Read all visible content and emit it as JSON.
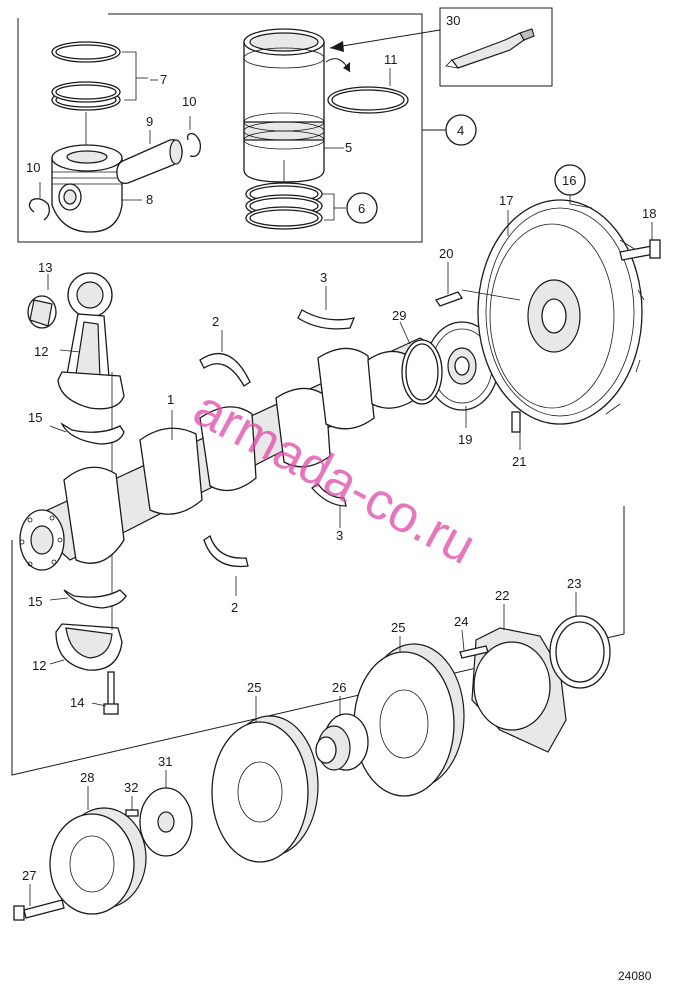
{
  "diagram": {
    "reference_number": "24080",
    "watermark": "armada-co.ru",
    "callouts": {
      "c1": "1",
      "c2a": "2",
      "c2b": "2",
      "c3a": "3",
      "c3b": "3",
      "c4": "4",
      "c5": "5",
      "c6": "6",
      "c7": "7",
      "c8": "8",
      "c9": "9",
      "c10a": "10",
      "c10b": "10",
      "c11": "11",
      "c12a": "12",
      "c12b": "12",
      "c13": "13",
      "c14": "14",
      "c15a": "15",
      "c15b": "15",
      "c16": "16",
      "c17": "17",
      "c18": "18",
      "c19": "19",
      "c20": "20",
      "c21": "21",
      "c22": "22",
      "c23": "23",
      "c24": "24",
      "c25a": "25",
      "c25b": "25",
      "c26": "26",
      "c27": "27",
      "c28": "28",
      "c29": "29",
      "c30": "30",
      "c31": "31",
      "c32": "32"
    }
  }
}
